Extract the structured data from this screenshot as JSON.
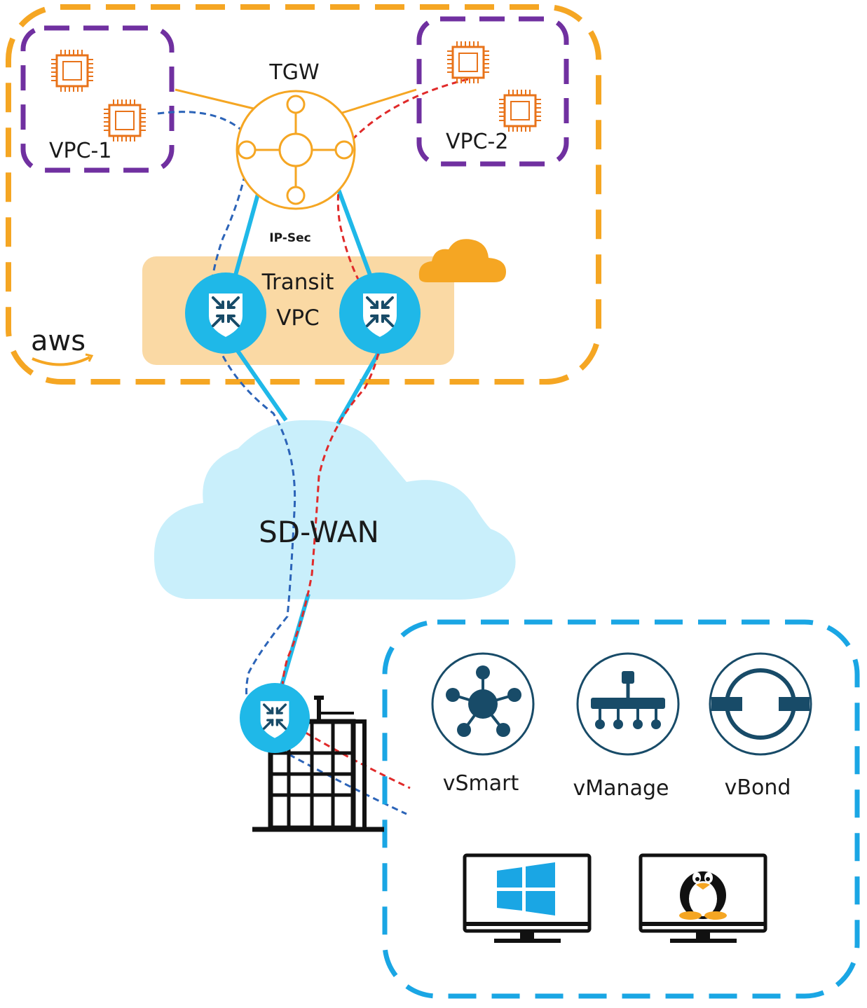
{
  "labels": {
    "tgw": "TGW",
    "vpc1": "VPC-1",
    "vpc2": "VPC-2",
    "ipsec": "IP-Sec",
    "transit_line1": "Transit",
    "transit_line2": "VPC",
    "aws": "aws",
    "sdwan": "SD-WAN",
    "vsmart": "vSmart",
    "vmanage": "vManage",
    "vbond": "vBond"
  },
  "icons": [
    "chip-icon",
    "transit-gateway-icon",
    "router-icon",
    "cloud-icon",
    "building-icon",
    "vsmart-icon",
    "vmanage-icon",
    "vbond-icon",
    "windows-monitor-icon",
    "linux-monitor-icon"
  ],
  "colors": {
    "aws_orange": "#f5a623",
    "vpc_purple": "#7030a0",
    "router_blue": "#1fb8e8",
    "router_dark": "#184b68",
    "onprem_blue": "#1aa6e4",
    "sdwan_cloud": "#c9effb",
    "transit_box": "#fad9a4",
    "path_blue": "#2c64b8",
    "path_red": "#e02a2a",
    "chip_orange": "#e8731a"
  }
}
